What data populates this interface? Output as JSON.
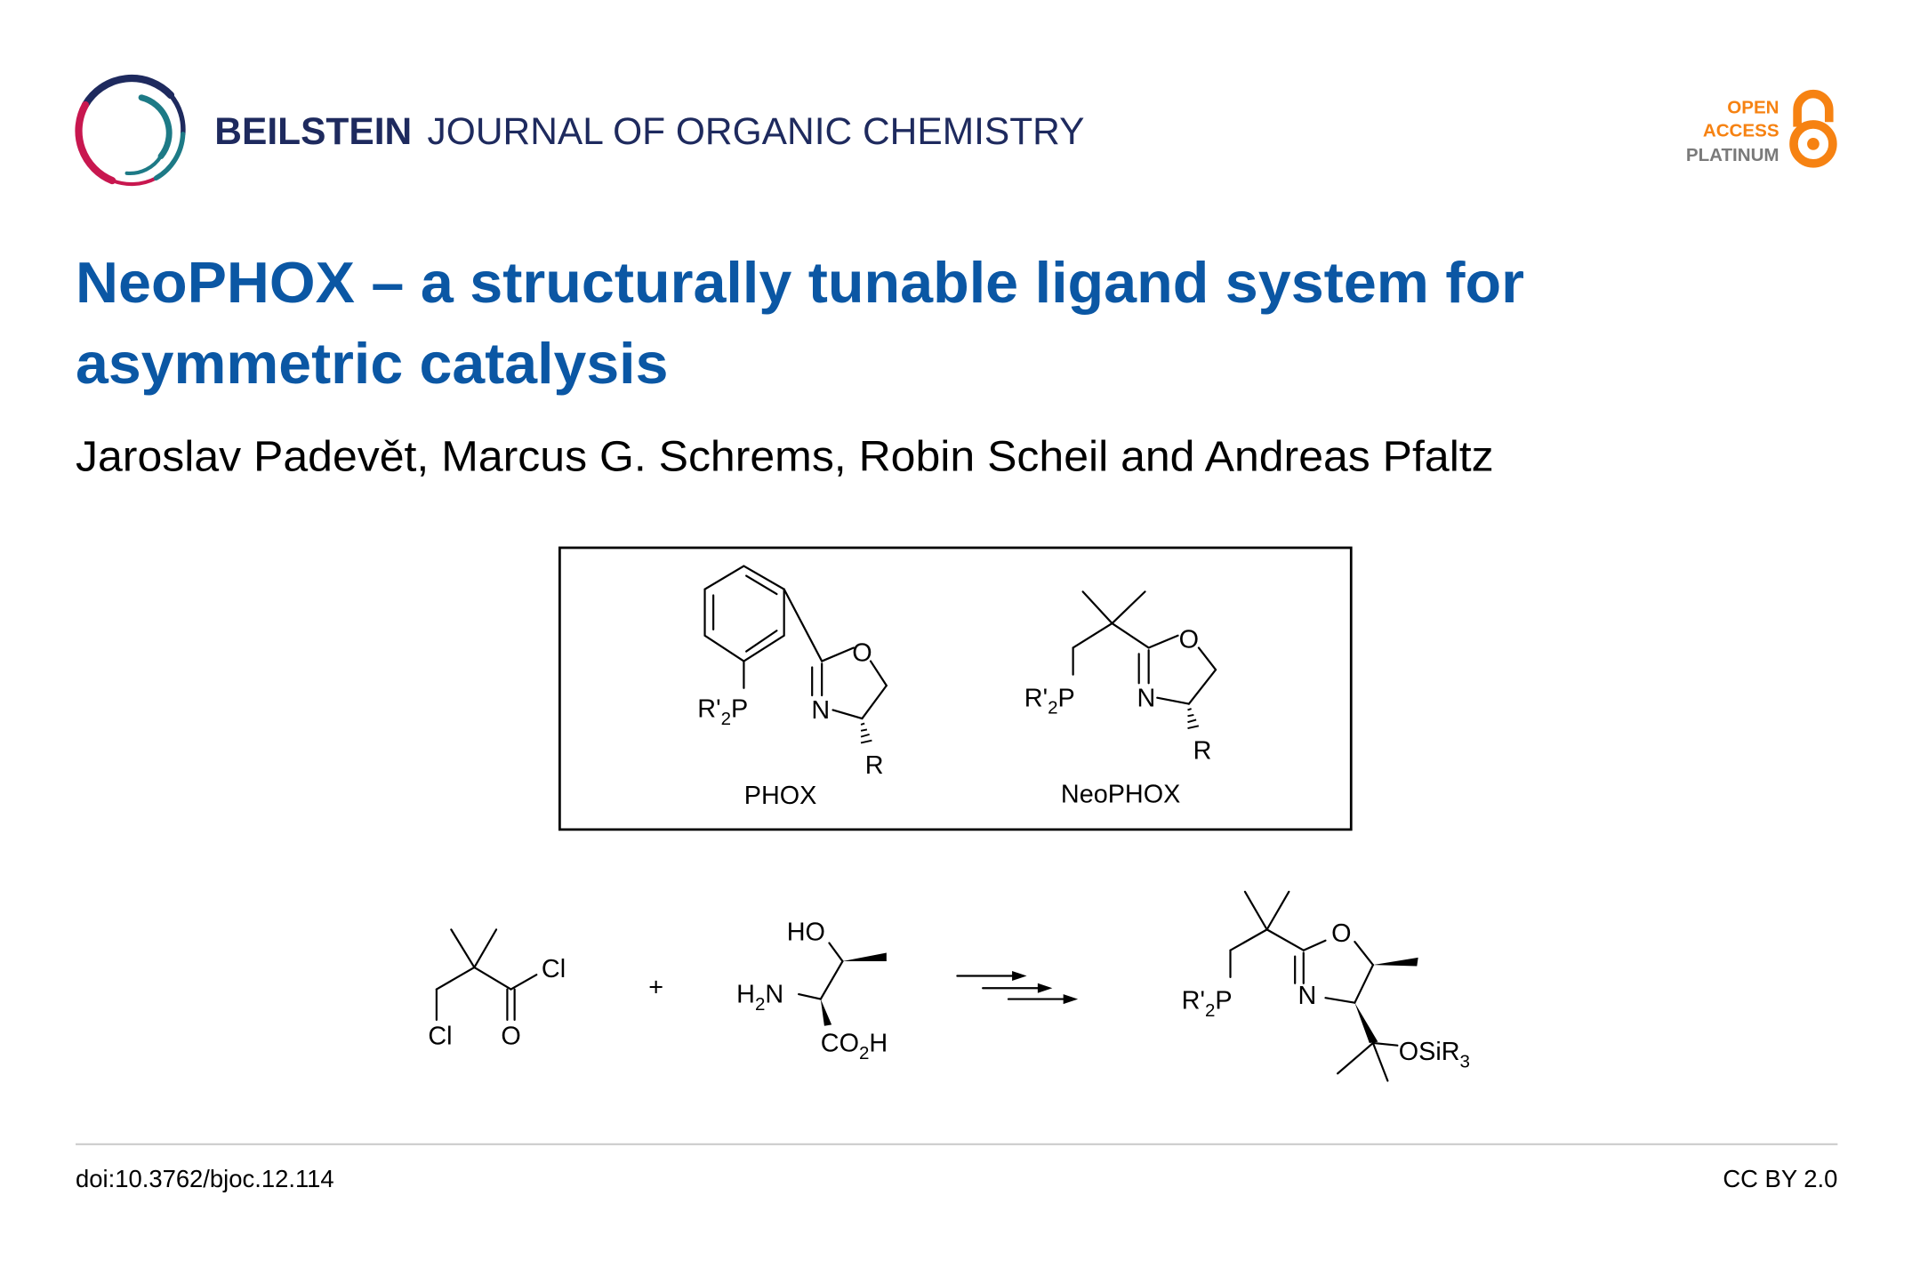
{
  "header": {
    "journal_bold": "BEILSTEIN",
    "journal_light": "JOURNAL OF ORGANIC CHEMISTRY",
    "badge": {
      "line1": "OPEN",
      "line2": "ACCESS",
      "line3": "PLATINUM"
    }
  },
  "colors": {
    "title": "#0b57a4",
    "journal_navy": "#1e2a5e",
    "logo_crimson": "#c8174f",
    "logo_teal": "#1d7a86",
    "badge_orange": "#f68212",
    "badge_gray": "#7a7a7a"
  },
  "article": {
    "title_line1": "NeoPHOX – a structurally tunable ligand system for",
    "title_line2": "asymmetric catalysis",
    "authors": "Jaroslav Padevět, Marcus G. Schrems, Robin Scheil and Andreas Pfaltz"
  },
  "graphic": {
    "phox": {
      "name": "PHOX",
      "p_label": [
        "R'",
        "2",
        "P"
      ],
      "o_label": "O",
      "n_label": "N",
      "r_label": "R"
    },
    "neophox": {
      "name": "NeoPHOX",
      "p_label": [
        "R'",
        "2",
        "P"
      ],
      "o_label": "O",
      "n_label": "N",
      "r_label": "R"
    },
    "scheme": {
      "acid_chloride": {
        "cl1": "Cl",
        "cl2": "Cl",
        "o": "O"
      },
      "plus": "+",
      "threonine": {
        "ho": "HO",
        "h2n": [
          "H",
          "2",
          "N"
        ],
        "co2h": [
          "CO",
          "2",
          "H"
        ]
      },
      "product": {
        "p_label": [
          "R'",
          "2",
          "P"
        ],
        "o": "O",
        "n": "N",
        "osir3": [
          "OSiR",
          "3"
        ]
      }
    }
  },
  "footer": {
    "doi": "doi:10.3762/bjoc.12.114",
    "license": "CC BY 2.0"
  }
}
